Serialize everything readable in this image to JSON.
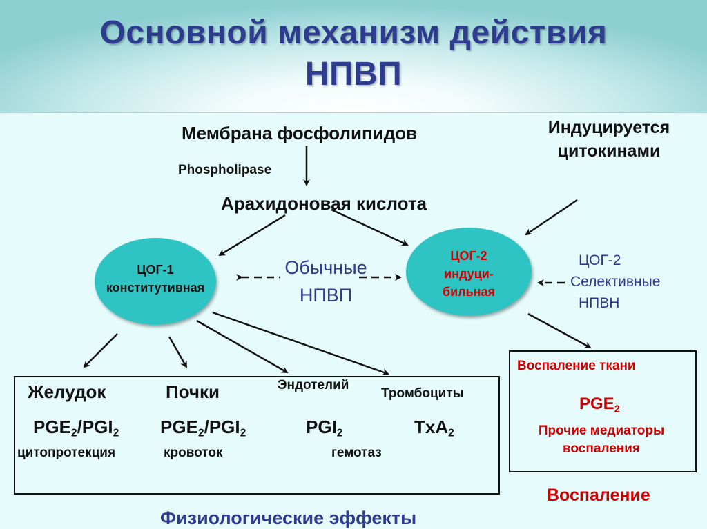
{
  "title": {
    "line1": "Основной механизм действия",
    "line2": "НПВП"
  },
  "top": {
    "membrane": "Мембрана фосфолипидов",
    "phospholipase": "Phospholipase",
    "arachidonic": "Арахидоновая кислота",
    "induced_line1": "Индуцируется",
    "induced_line2": "цитокинами"
  },
  "cox1": {
    "line1": "ЦОГ-1",
    "line2": "конститутивная"
  },
  "cox2": {
    "line1": "ЦОГ-2",
    "line2": "индуци-",
    "line3": "бильная"
  },
  "nsaid": {
    "line1": "Обычные",
    "line2": "НПВП"
  },
  "selective": {
    "line1": "ЦОГ-2",
    "line2": "Селективные",
    "line3": "НПВН"
  },
  "effects": {
    "stomach": "Желудок",
    "kidneys": "Почки",
    "endothelium": "Эндотелий",
    "platelets": "Тромбоциты",
    "pge": "PGE",
    "pgi": "PGI",
    "txa": "TxA",
    "sub2": "2",
    "slash": "/",
    "cytoprotection": "цитопротекция",
    "bloodflow": "кровоток",
    "hemostasis": "гемотаз",
    "caption": "Физиологические эффекты"
  },
  "inflammation": {
    "tissue": "Воспаление ткани",
    "pge": "PGE",
    "sub2": "2",
    "mediators_line1": "Прочие медиаторы",
    "mediators_line2": "воспаления",
    "caption": "Воспаление"
  },
  "colors": {
    "title": "#2d3c8f",
    "ellipse": "#2fc4c4",
    "blue_text": "#2d3c8f",
    "red_text": "#e00000",
    "background": "#e6fcfc"
  }
}
